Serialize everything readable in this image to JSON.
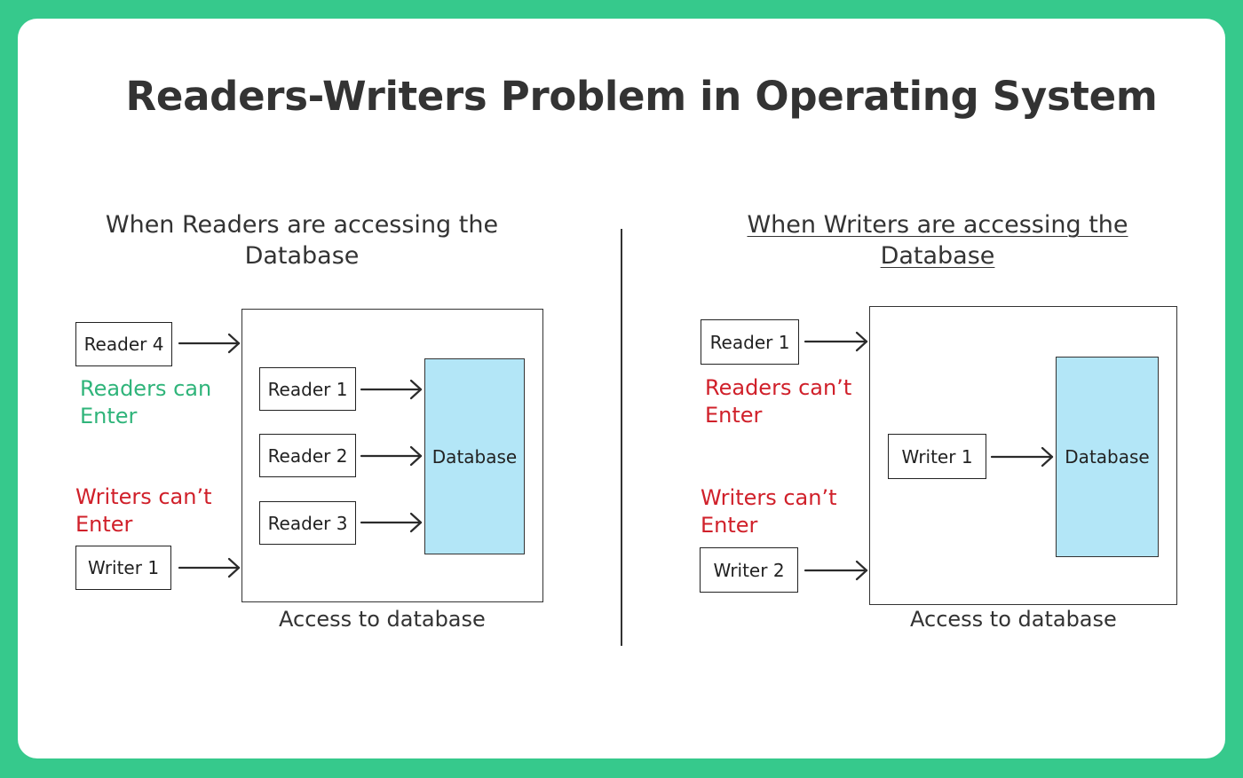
{
  "title": "Readers-Writers Problem in Operating System",
  "left": {
    "heading_line1": "When Readers are accessing the",
    "heading_line2": "Database",
    "outside_reader": "Reader 4",
    "readers_note_line1": "Readers can",
    "readers_note_line2": "Enter",
    "writers_note_line1": "Writers can’t",
    "writers_note_line2": "Enter",
    "outside_writer": "Writer 1",
    "inside": [
      "Reader 1",
      "Reader 2",
      "Reader 3"
    ],
    "database": "Database",
    "caption": "Access to database"
  },
  "right": {
    "heading_line1": "When Writers are accessing the ",
    "heading_line2": "Database",
    "outside_reader": "Reader 1",
    "readers_note_line1": "Readers can’t",
    "readers_note_line2": "Enter",
    "writers_note_line1": "Writers can’t",
    "writers_note_line2": "Enter",
    "outside_writer": "Writer 2",
    "inside": [
      "Writer 1"
    ],
    "database": "Database",
    "caption": "Access to database"
  },
  "colors": {
    "background": "#36c98c",
    "database_fill": "#b3e6f7",
    "can_enter": "#2fb47a",
    "cannot_enter": "#d0202a"
  }
}
